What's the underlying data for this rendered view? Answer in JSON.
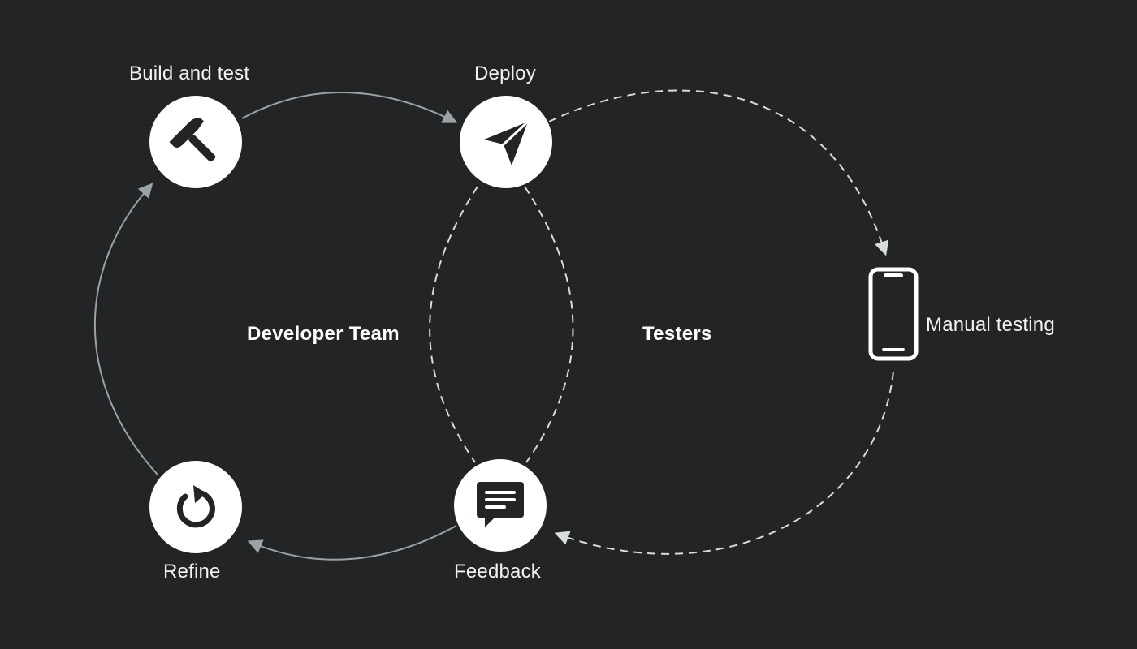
{
  "nodes": {
    "build": {
      "label": "Build and test",
      "icon": "hammer-icon"
    },
    "deploy": {
      "label": "Deploy",
      "icon": "paper-plane-icon"
    },
    "refine": {
      "label": "Refine",
      "icon": "refresh-arrow-icon"
    },
    "feedback": {
      "label": "Feedback",
      "icon": "chat-bubble-icon"
    },
    "manual": {
      "label": "Manual testing",
      "icon": "smartphone-icon"
    }
  },
  "groups": {
    "developer": "Developer Team",
    "testers": "Testers"
  },
  "colors": {
    "background": "#232425",
    "node_fill": "#ffffff",
    "icon": "#232425",
    "solid_arrow": "#9aa3a6",
    "dashed_arrow": "#d9dcdd",
    "text": "#f2f2f2"
  }
}
